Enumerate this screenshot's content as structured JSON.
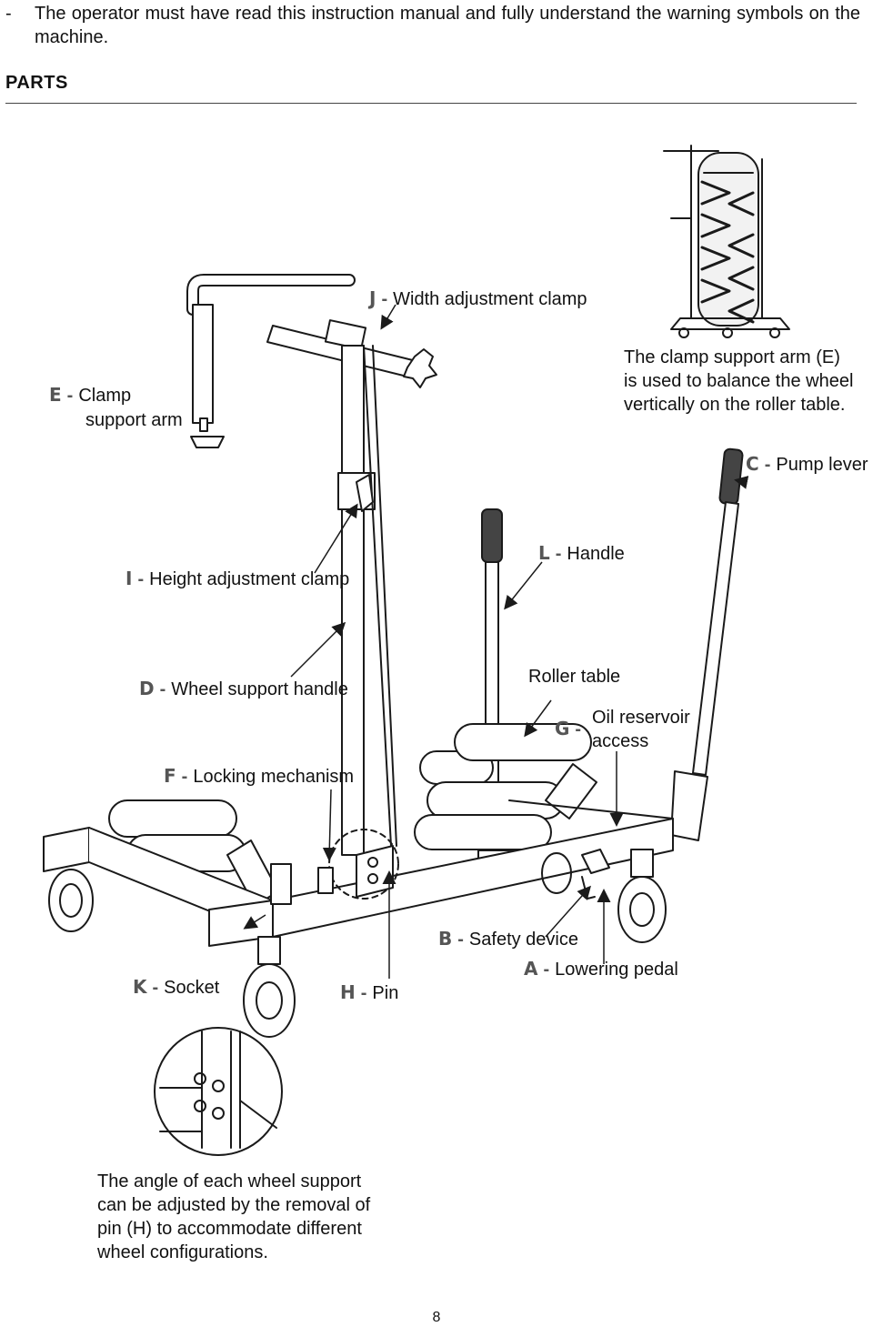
{
  "intro": {
    "bullet": "-",
    "text": "The operator must have read this instruction manual and fully understand the warning symbols on the machine."
  },
  "section_title": "PARTS",
  "labels": {
    "J": {
      "letter": "J",
      "text": "Width adjustment clamp"
    },
    "E": {
      "letter": "E",
      "line1": "Clamp",
      "line2": "support arm"
    },
    "C": {
      "letter": "C",
      "text": "Pump lever"
    },
    "I": {
      "letter": "I",
      "text": "Height adjustment clamp"
    },
    "L": {
      "letter": "L",
      "text": "Handle"
    },
    "D": {
      "letter": "D",
      "text": "Wheel support handle"
    },
    "roller": {
      "text": "Roller table"
    },
    "G": {
      "letter": "G",
      "line1": "Oil reservoir",
      "line2": "access"
    },
    "F": {
      "letter": "F",
      "text": "Locking mechanism"
    },
    "B": {
      "letter": "B",
      "text": "Safety device"
    },
    "A": {
      "letter": "A",
      "text": "Lowering pedal"
    },
    "K": {
      "letter": "K",
      "text": "Socket"
    },
    "H": {
      "letter": "H",
      "text": "Pin"
    }
  },
  "separator": "-",
  "note_clamp": {
    "line1": "The clamp support arm (E)",
    "line2": "is used to balance the wheel",
    "line3": "vertically on the roller table."
  },
  "note_angle": {
    "line1": "The angle of each wheel support",
    "line2": "can be adjusted by the removal of",
    "line3": "pin (H) to accommodate different",
    "line4": "wheel configurations."
  },
  "page_number": "8"
}
